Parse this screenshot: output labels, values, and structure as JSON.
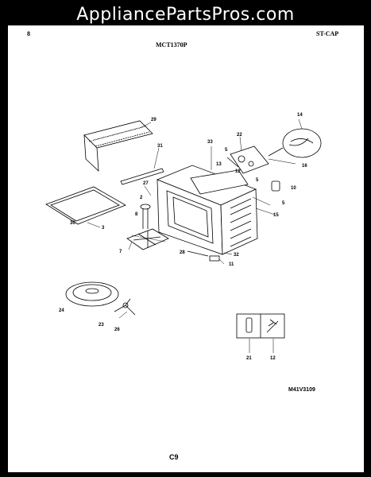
{
  "watermark": "AppliancePartsPros.com",
  "header": {
    "left": "8",
    "center": "MCT1370P",
    "right": "ST-CAP"
  },
  "drawing_code": "M41V3109",
  "page_code": "C9",
  "callouts": {
    "c1": "29",
    "c2": "31",
    "c3": "33",
    "c4": "22",
    "c5": "14",
    "c6": "5",
    "c7": "13",
    "c8": "12",
    "c9": "5",
    "c10": "16",
    "c11": "10",
    "c12": "5",
    "c13": "15",
    "c14": "27",
    "c15": "2",
    "c16": "8",
    "c17": "30",
    "c18": "3",
    "c19": "7",
    "c20": "28",
    "c21": "32",
    "c22": "11",
    "c23": "24",
    "c24": "23",
    "c25": "26",
    "c26": "21",
    "c27": "12"
  }
}
